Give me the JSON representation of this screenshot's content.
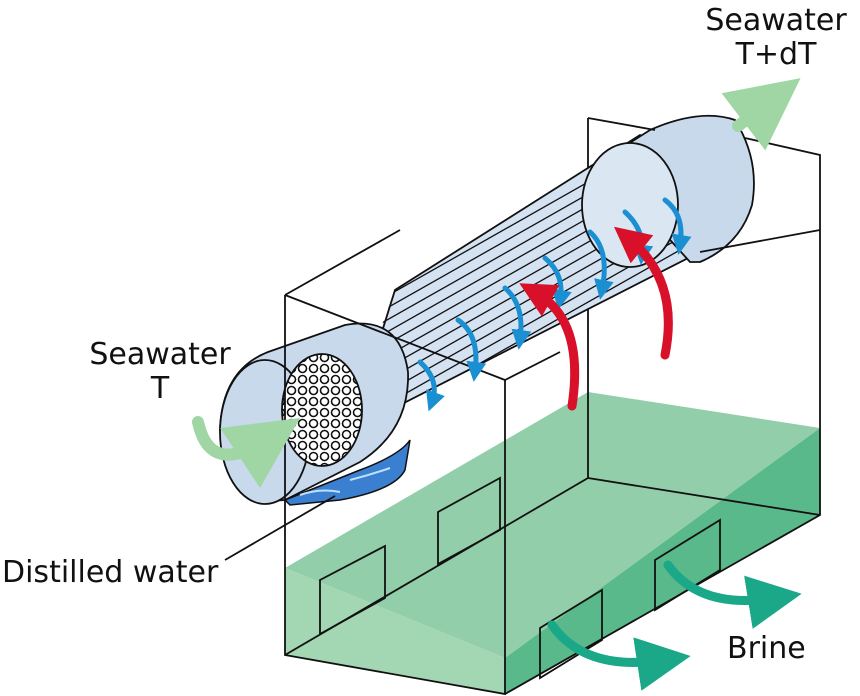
{
  "labels": {
    "seawater_out_line1": "Seawater",
    "seawater_out_line2": "T+dT",
    "seawater_in_line1": "Seawater",
    "seawater_in_line2": "T",
    "distilled_water": "Distilled water",
    "brine": "Brine"
  },
  "colors": {
    "outline": "#111111",
    "cylinder_fill": "#c9d9ec",
    "brine_top": "#7fc59a",
    "brine_front": "#a3d6b2",
    "seawater_arrow": "#9fd6a4",
    "brine_arrow": "#1aa888",
    "vapor_arrow": "#d8102a",
    "condensate_arrow": "#1a8fd2",
    "distillate_blue": "#3a7fd0"
  }
}
